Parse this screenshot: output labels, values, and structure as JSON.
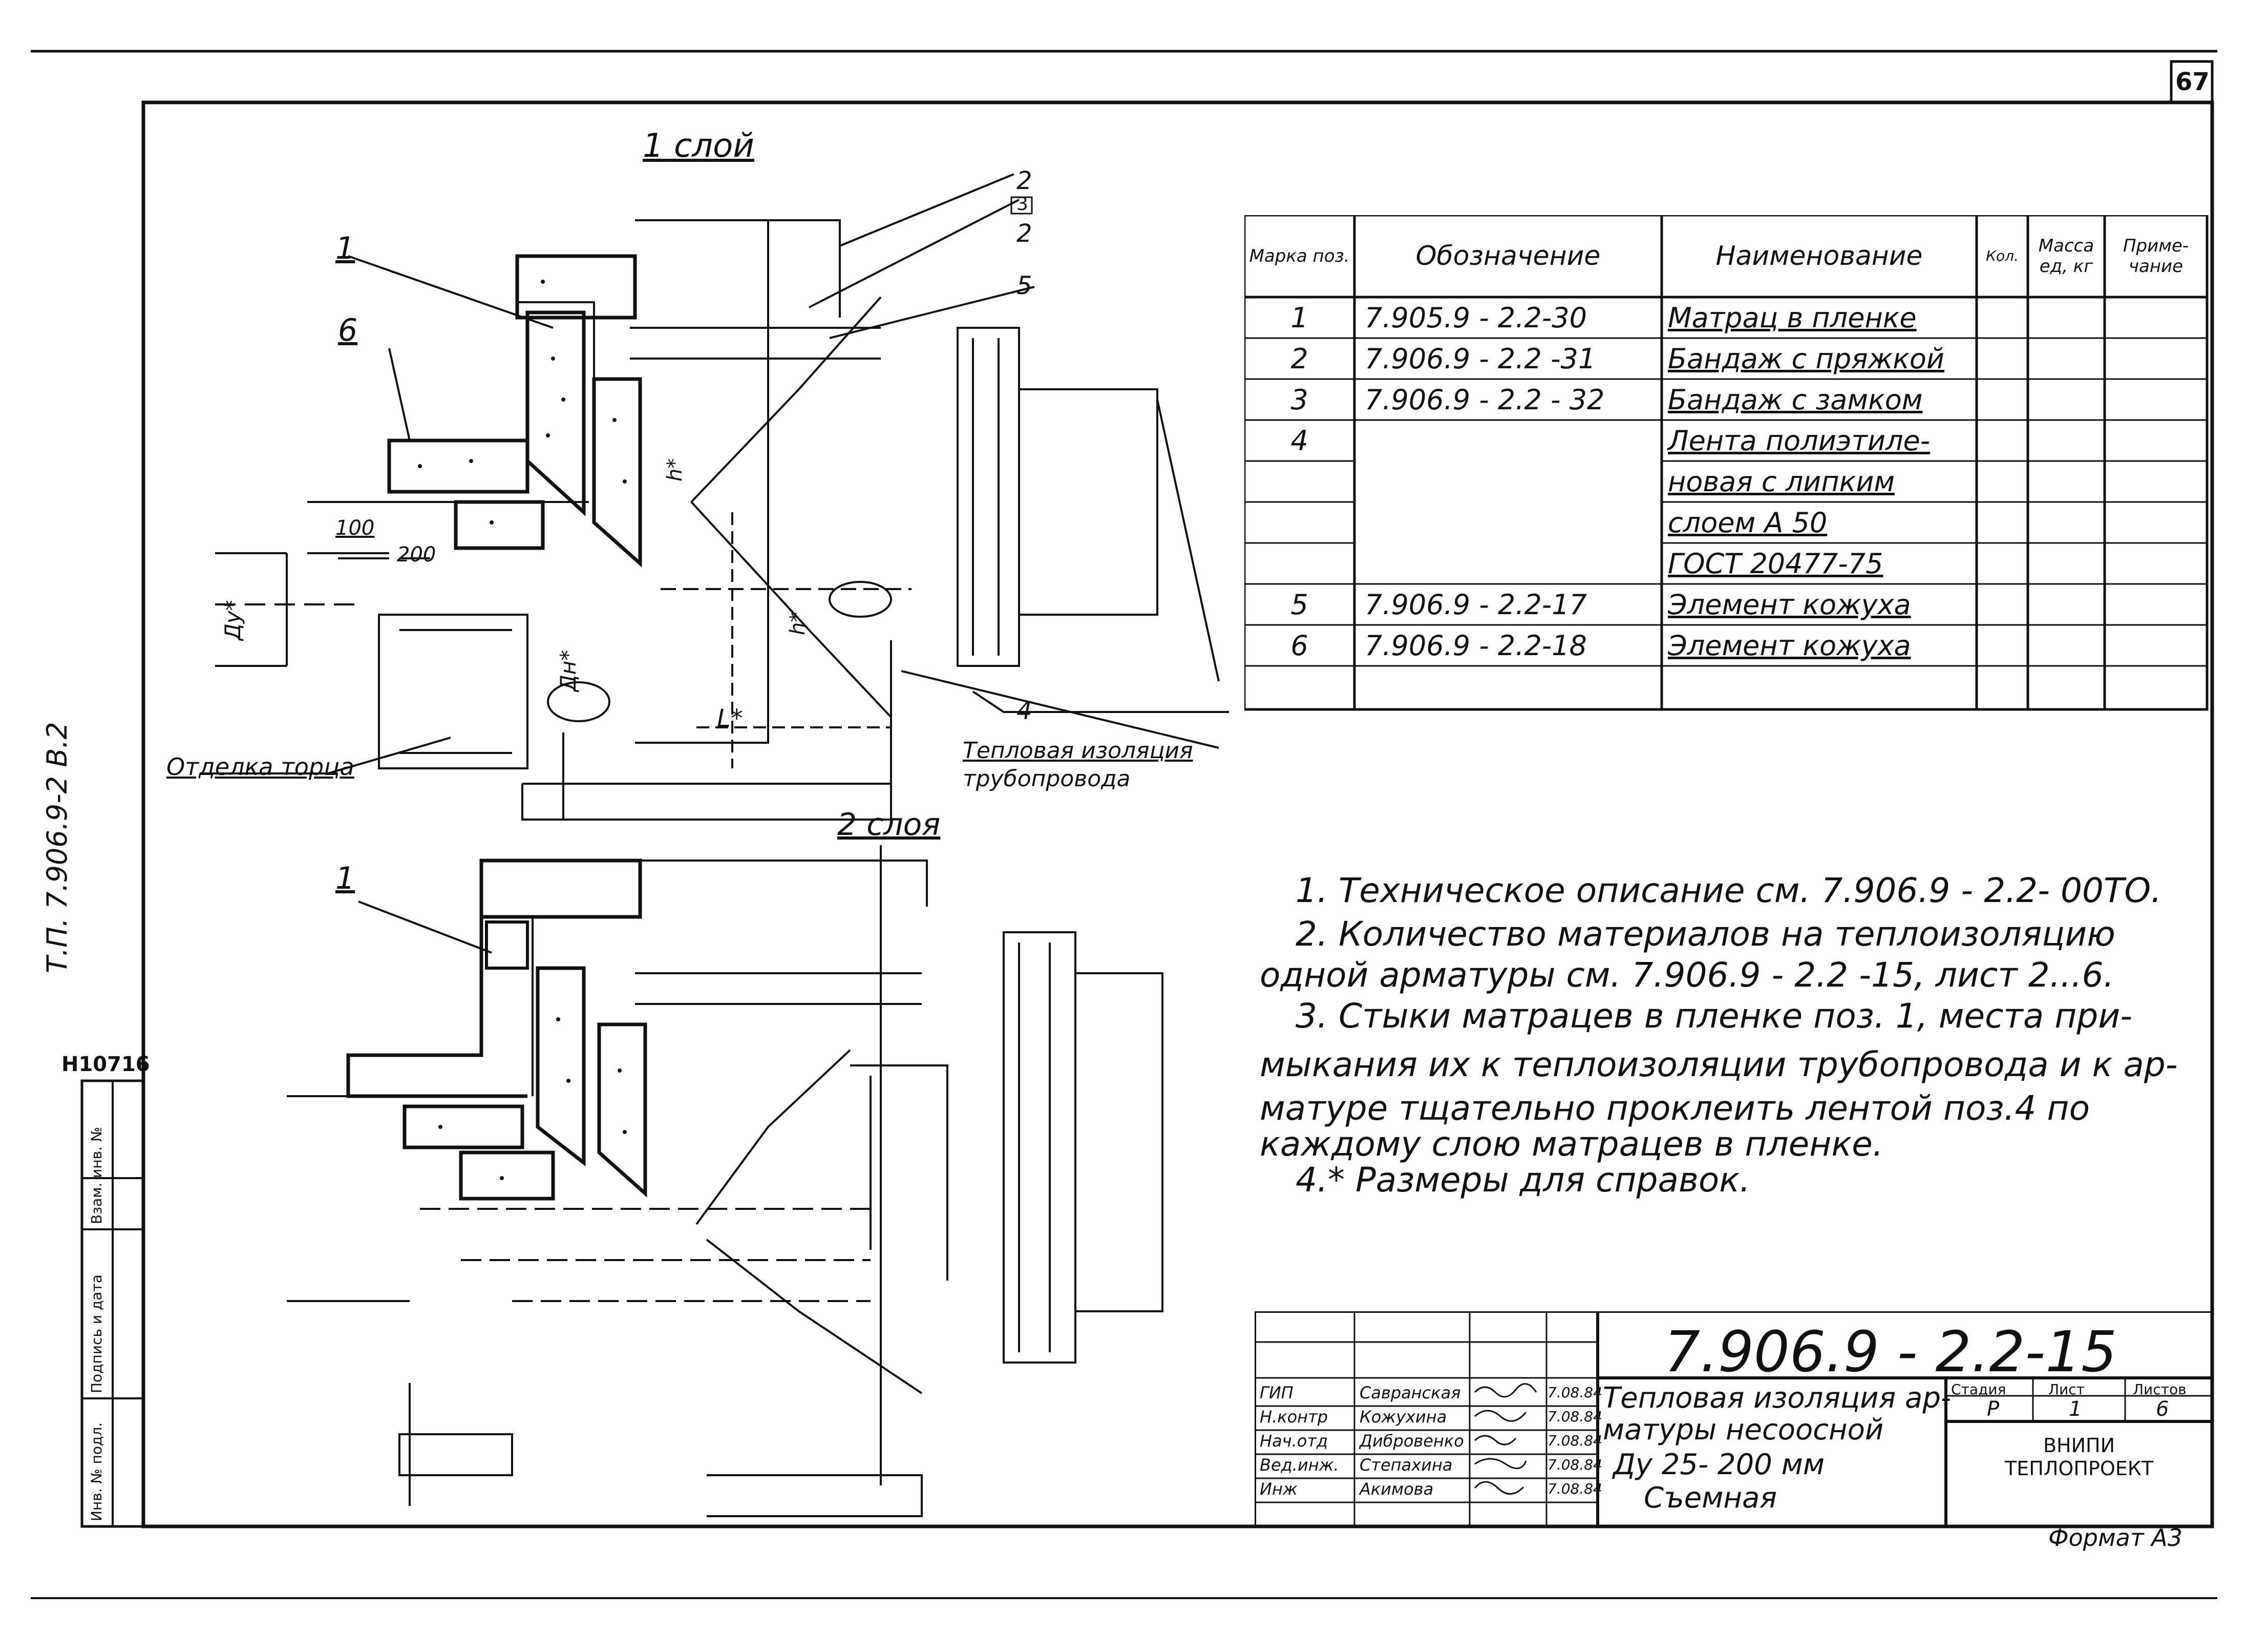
{
  "sheet": {
    "page_number": "67",
    "format_label": "Формат А3",
    "side_stamp": "Т.П. 7.906.9-2 В.2",
    "inv_number": "Н10716",
    "side_columns": [
      "Инв. № подл.",
      "Подпись и дата",
      "Взам. инв. №"
    ]
  },
  "drawing": {
    "view1_title": "1 слой",
    "view2_title": "2 слоя",
    "callouts": [
      "1",
      "6",
      "2",
      "3",
      "2",
      "5",
      "4",
      "1"
    ],
    "dims": {
      "d100": "100",
      "d200": "200",
      "du": "Ду*",
      "dn": "Дн*",
      "hstar": "h*",
      "lstar": "L*",
      "hstar2": "h*"
    },
    "labels": {
      "end_finish": "Отделка торца",
      "pipe_insulation_l1": "Тепловая изоляция",
      "pipe_insulation_l2": "трубопровода"
    }
  },
  "spec_table": {
    "headers": {
      "mark": "Марка поз.",
      "designation": "Обозначение",
      "name": "Наименование",
      "qty": "Кол.",
      "mass": "Масса ед, кг",
      "note": "Приме- чание"
    },
    "rows": [
      {
        "mark": "1",
        "designation": "7.905.9 - 2.2-30",
        "name": "Матрац в пленке"
      },
      {
        "mark": "2",
        "designation": "7.906.9 - 2.2 -31",
        "name": "Бандаж с пряжкой"
      },
      {
        "mark": "3",
        "designation": "7.906.9 - 2.2 - 32",
        "name": "Бандаж с замком"
      },
      {
        "mark": "4",
        "designation": "",
        "name": "Лента полиэтиле-"
      },
      {
        "mark": "",
        "designation": "",
        "name": "новая с липким"
      },
      {
        "mark": "",
        "designation": "",
        "name": "слоем А 50"
      },
      {
        "mark": "",
        "designation": "",
        "name": "ГОСТ 20477-75"
      },
      {
        "mark": "5",
        "designation": "7.906.9 - 2.2-17",
        "name": "Элемент кожуха"
      },
      {
        "mark": "6",
        "designation": "7.906.9 - 2.2-18",
        "name": "Элемент кожуха"
      }
    ]
  },
  "notes": [
    "1. Техническое описание  см. 7.906.9 - 2.2- 00ТО.",
    "2. Количество материалов  на теплоизоляцию",
    "одной арматуры  см. 7.906.9 - 2.2 -15, лист 2...6.",
    "3. Стыки матрацев  в пленке поз. 1, места при-",
    "мыкания их к теплоизоляции трубопровода и к ар-",
    "матуре тщательно  проклеить  лентой поз.4 по",
    "каждому  слою  матрацев  в  пленке.",
    "4.* Размеры для  справок."
  ],
  "title_block": {
    "document_code": "7.906.9 - 2.2-15",
    "title_lines": [
      "Тепловая изоляция ар-",
      "матуры несоосной",
      "Ду 25- 200 мм",
      "Съемная"
    ],
    "stage_label": "Стадия",
    "sheet_label": "Лист",
    "sheets_label": "Листов",
    "stage": "Р",
    "sheet": "1",
    "sheets": "6",
    "org_line1": "ВНИПИ",
    "org_line2": "ТЕПЛОПРОЕКТ",
    "staff": [
      {
        "role": "ГИП",
        "name": "Савранская",
        "date": "7.08.84"
      },
      {
        "role": "Н.контр",
        "name": "Кожухина",
        "date": "7.08.84"
      },
      {
        "role": "Нач.отд",
        "name": "Дибровенко",
        "date": "7.08.84"
      },
      {
        "role": "Вед.инж.",
        "name": "Степахина",
        "date": "7.08.84"
      },
      {
        "role": "Инж",
        "name": "Акимова",
        "date": "7.08.84"
      }
    ]
  }
}
